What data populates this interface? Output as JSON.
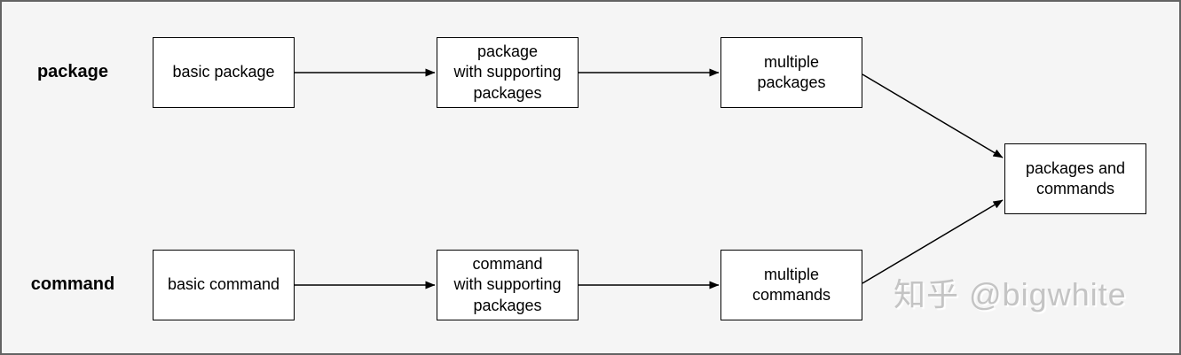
{
  "diagram": {
    "row_labels": {
      "package": "package",
      "command": "command"
    },
    "nodes": {
      "basic_package": {
        "label": "basic package"
      },
      "package_supporting": {
        "label": "package\nwith supporting\npackages"
      },
      "multiple_packages": {
        "label": "multiple\npackages"
      },
      "basic_command": {
        "label": "basic command"
      },
      "command_supporting": {
        "label": "command\nwith supporting\npackages"
      },
      "multiple_commands": {
        "label": "multiple\ncommands"
      },
      "packages_and_commands": {
        "label": "packages and\ncommands"
      }
    },
    "edges": [
      {
        "from": "basic_package",
        "to": "package_supporting"
      },
      {
        "from": "package_supporting",
        "to": "multiple_packages"
      },
      {
        "from": "multiple_packages",
        "to": "packages_and_commands"
      },
      {
        "from": "basic_command",
        "to": "command_supporting"
      },
      {
        "from": "command_supporting",
        "to": "multiple_commands"
      },
      {
        "from": "multiple_commands",
        "to": "packages_and_commands"
      }
    ]
  },
  "watermark": {
    "text": "知乎 @bigwhite"
  },
  "colors": {
    "background": "#f5f5f5",
    "frame_border": "#636363",
    "box_fill": "#ffffff",
    "box_border": "#000000",
    "arrow": "#000000",
    "watermark_text": "#c4c4c4"
  }
}
